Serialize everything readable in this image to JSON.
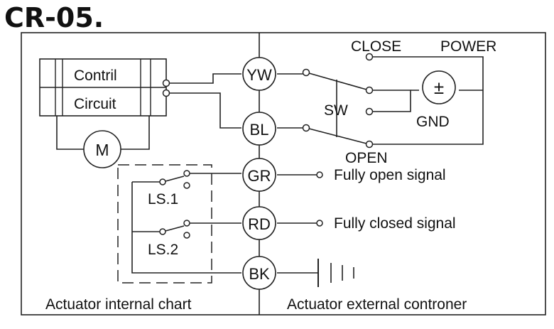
{
  "title": "CR-05.",
  "labels": {
    "close": "CLOSE",
    "power": "POWER",
    "power_symbol": "±",
    "gnd": "GND",
    "sw": "SW",
    "open": "OPEN",
    "control": "Contril",
    "circuit": "Circuit",
    "motor": "M",
    "ls1": "LS.1",
    "ls2": "LS.2",
    "fully_open": "Fully open signal",
    "fully_closed": "Fully closed signal",
    "internal": "Actuator internal chart",
    "external": "Actuator external controner"
  },
  "wires": [
    {
      "code": "YW",
      "color": "#e8b400"
    },
    {
      "code": "BL",
      "color": "#1f2fd6"
    },
    {
      "code": "GR",
      "color": "#1fcf1f"
    },
    {
      "code": "RD",
      "color": "#e01818"
    },
    {
      "code": "BK",
      "color": "#111111"
    }
  ]
}
